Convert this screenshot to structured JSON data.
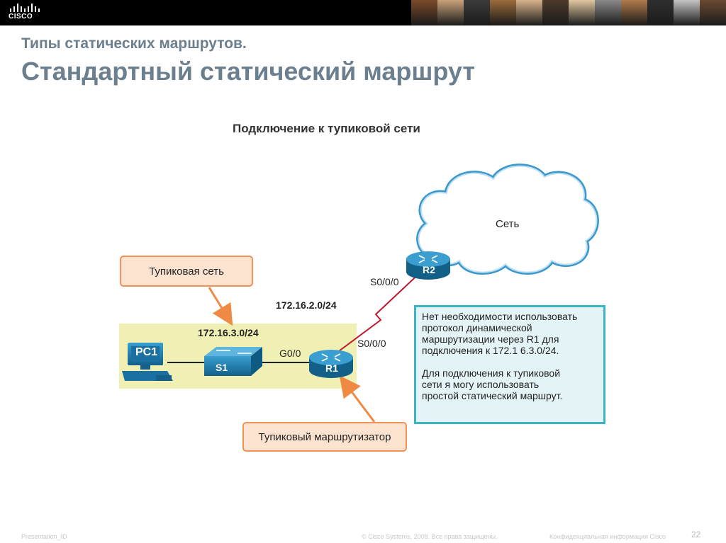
{
  "header": {
    "logo_text": "CISCO",
    "photo_colors": [
      "#7a4a2a",
      "#c9a27a",
      "#3b3b3b",
      "#9b6b3a",
      "#d8b38a",
      "#4d3a2c",
      "#e0c7a0",
      "#8a8a8a",
      "#b07a4a",
      "#2f2f2f",
      "#c4c4c4",
      "#6b4a32"
    ]
  },
  "slide": {
    "subtitle": "Типы статических маршрутов.",
    "title": "Стандартный статический маршрут"
  },
  "diagram": {
    "title": "Подключение к тупиковой сети",
    "cloud_label": "Сеть",
    "devices": {
      "pc": "PC1",
      "switch": "S1",
      "router1": "R1",
      "router2": "R2"
    },
    "labels": {
      "stub_subnet": "172.16.3.0/24",
      "link_subnet": "172.16.2.0/24",
      "r1_g0": "G0/0",
      "r1_s0": "S0/0/0",
      "r2_s0": "S0/0/0"
    },
    "callouts": {
      "stub_network": "Тупиковая сеть",
      "stub_router": "Тупиковый маршрутизатор"
    },
    "info": {
      "para1": [
        "Нет необходимости использовать",
        "протокол динамической",
        "маршрутизации через R1 для",
        "подключения к 172.1 6.3.0/24."
      ],
      "para2": [
        "Для подключения к тупиковой",
        "сети я могу использовать",
        "простой статический маршрут."
      ]
    },
    "colors": {
      "stub_zone": "#f1f0b4",
      "cloud_stroke": "#3a98cc",
      "info_border": "#39b5c4",
      "callout_border": "#ef9358",
      "arrow": "#ef8a45",
      "serial_link": "#c0182e",
      "device": "#1b79a9"
    }
  },
  "footer": {
    "left": "Presentation_ID",
    "center": "© Cisco Systems, 2008. Все права защищены.",
    "right": "Конфиденциальная информация Cisco",
    "page": "22"
  }
}
